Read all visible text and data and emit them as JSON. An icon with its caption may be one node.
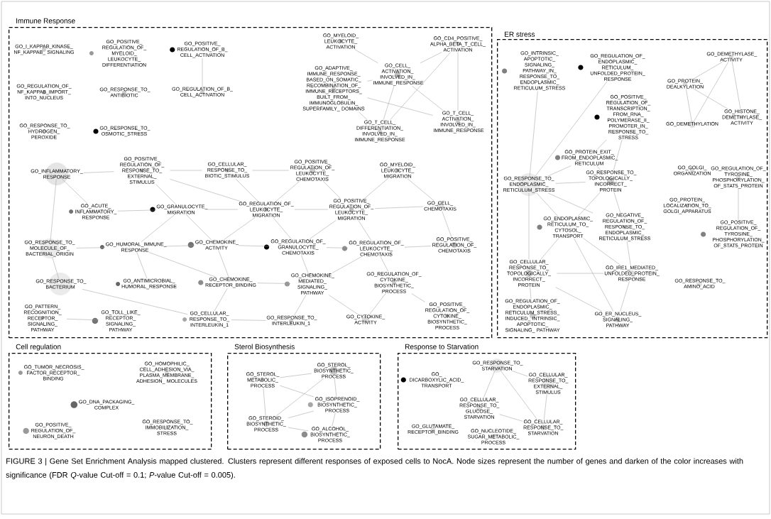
{
  "diagram": {
    "caption": "FIGURE 3 | Gene Set Enrichment Analysis mapped clustered. Clusters represent different responses of exposed cells to NocA. Node sizes represent the number of genes and darken of the color increases with significance (FDR *Q*-value Cut-off = 0.1; *P*-value Cut-off = 0.005).",
    "nodes": [
      {
        "text": [
          "Immune Response"
        ]
      },
      {
        "text": [
          "GO_MYELOID_ LEUKOCYTE_ ACTIVATION"
        ],
        "in": 0
      },
      {
        "text": [
          "GO_CD4_POSITIVE_ ALPHA_BETA_T_CELL_ ACTIVATION"
        ],
        "in": 0
      },
      {
        "text": [
          "GO_ADAPTIVE_ IMMUNE_RESPONSE_ BASED_ON_SOMATIC_ RECOMBINATION_OF_ IMMUNE_RECEPTORS_ BUILT_FROM_ IMMUNOGLOBULIN_ SUPERFAMILY_ DOMAINS"
        ],
        "in": 0
      },
      {
        "text": [
          "GO_CELL_ ACTIVATION_ INVOLVED_IN_ IMMUNE_RESPONSE"
        ],
        "in": 0
      },
      {
        "text": [
          "GO_T_CELL_ ACTIVATION_ INVOLVED_IN_ IMMUNE_RESPONSE"
        ],
        "in": 0
      },
      {
        "text": [
          "GO_T_CELL_ DIFFERENTIATION_ INVOLVED_IN_ IMMUNE_RESPONSE"
        ],
        "in": 0
      },
      {
        "text": [
          "GO_I_KAPPAB_KINASE_ NF_KAPPAB_ SIGNALING"
        ],
        "in": 0
      },
      {
        "text": [
          "GO_POSITIVE_ REGULATION_OF_ MYELOID_ LEUKOCYTE_ DIFFERENTIATION"
        ],
        "in": 0
      },
      {
        "text": [
          "GO_POSITIVE_ REGULATION_OF_B_ CELL_ACTIVATION"
        ],
        "in": 0
      },
      {
        "text": [
          "GO_REGULATION_OF_ NF_KAPPAB_IMPORT_ INTO_NUCLEUS"
        ],
        "in": 0
      },
      {
        "text": [
          "GO_RESPONSE_TO_ ANTIBIOTIC"
        ],
        "in": 0
      },
      {
        "text": [
          "GO_REGULATION_OF_B_ CELL_ACTIVATION"
        ],
        "in": 0
      },
      {
        "text": [
          "GO_RESPONSE_TO_ HYDROGEN_ PEROXIDE"
        ],
        "in": 0
      },
      {
        "text": [
          "GO_RESPONSE_TO_ OSMOTIC_STRESS"
        ],
        "in": 0
      },
      {
        "text": [
          "GO_POSITIVE_ REGULATION_OF_ RESPONSE_TO_ EXTERNAL_ STIMULUS"
        ],
        "in": 0
      },
      {
        "text": [
          "GO_CELLULAR_ RESPONSE_TO_ BIOTIC_STIMULUS"
        ],
        "in": 0
      },
      {
        "text": [
          "GO_POSITIVE_ REGULATION_OF_ LEUKOCYTE_ CHEMOTAXIS"
        ],
        "in": 0
      },
      {
        "text": [
          "GO_INFLAMMATORY_ RESPONSE"
        ],
        "in": 0
      },
      {
        "text": [
          "GO_REGULATION_OF_ LEUKOCYTE_ MIGRATION"
        ],
        "in": 0
      },
      {
        "text": [
          "GO_POSITIVE_ REGULATION_OF_ LEUKOCYTE_ MIGRATION"
        ],
        "in": 0
      },
      {
        "text": [
          "GO_GRANULOCYTE_ MIGRATION"
        ],
        "in": 0
      },
      {
        "text": [
          "GO_MYELOID_ LEUKOCYTE_ MIGRATION"
        ],
        "in": 0
      },
      {
        "text": [
          "GO_ACUTE_ INFLAMMATORY_ RESPONSE"
        ],
        "in": 0
      },
      {
        "text": [
          "GO_REGULATION_OF_ GRANULOCYTE_ CHEMOTAXIS"
        ],
        "in": 0
      },
      {
        "text": [
          "GO_CELL_ CHEMOTAXIS"
        ],
        "in": 0
      },
      {
        "text": [
          "GO_HUMORAL_IMMUNE_ RESPONSE"
        ],
        "in": 0
      },
      {
        "text": [
          "GO_CHEMOKINE_ ACTIVITY"
        ],
        "in": 0
      },
      {
        "text": [
          "GO_POSITIVE_ REGULATION_OF_ CHEMOTAXIS"
        ],
        "in": 0
      },
      {
        "text": [
          "GO_RESPONSE_TO_ MOLECULE_OF_ BACTERIAL_ORIGIN"
        ],
        "in": 0
      },
      {
        "text": [
          "GO_REGULATION_OF_ LEUKOCYTE_ CHEMOTAXIS"
        ],
        "in": 0
      },
      {
        "text": [
          "GO_RESPONSE_TO_ BACTERIUM"
        ],
        "in": 0
      },
      {
        "text": [
          "GO_CHEMOKINE_ RECEPTOR_BINDING"
        ],
        "in": 0
      },
      {
        "text": [
          "GO_REGULATION_OF_ CYTOKINE_ BIOSYNTHETIC_ PROCESS"
        ],
        "in": 0
      },
      {
        "text": [
          "GO_CHEMOKINE_ MEDIATED_ SIGNALING_ PATHWAY"
        ],
        "in": 0
      },
      {
        "text": [
          "GO_POSITIVE_ REGULATION_OF_ CYTOKINE_ BIOSYNTHETIC_ PROCESS"
        ],
        "in": 0
      },
      {
        "text": [
          "GO_ANTIMICROBIAL_ HUMORAL_RESPONSE"
        ],
        "in": 0
      },
      {
        "text": [
          "GO_CYTOKINE_ ACTIVITY"
        ],
        "in": 0
      },
      {
        "text": [
          "GO_CELLULAR_ RESPONSE_TO_ INTERLEUKIN_1"
        ],
        "in": 0
      },
      {
        "text": [
          "GO_RESPONSE_TO_ INTERLEUKIN_1"
        ],
        "in": 0
      },
      {
        "text": [
          "GO_PATTERN_ RECOGNITION_ RECEPTOR_ SIGNALING_ PATHWAY"
        ],
        "in": 0
      },
      {
        "text": [
          "GO_TOLL_LIKE_ RECEPTOR_ SIGNALING_ PATHWAY"
        ],
        "in": 0
      },
      {
        "text": [
          "ER stress"
        ]
      },
      {
        "text": [
          "GO_REGULATION_OF_ ENDOPLASMIC_ RETICULUM_ UNFOLDED_PROTEIN_ RESPONSE"
        ],
        "in": 42
      },
      {
        "text": [
          "GO_INTRINSIC_ APOPTOTIC_ SIGNALING_ PATHWAY_IN_ RESPONSE_TO_ ENDOPLASMIC_ RETICULUM_STRESS"
        ],
        "in": 42
      },
      {
        "text": [
          "GO_POSITIVE_ REGULATION_OF_ TRANSCRIPTION_ FROM_RNA_ POLYMERASE_II_ PROMOTER_IN_ RESPONSE_TO_ STRESS"
        ],
        "in": 42
      },
      {
        "text": [
          "GO_DEMETHYLASE_ ACTIVITY"
        ],
        "in": 42
      },
      {
        "text": [
          "GO_PROTEIN_ DEALKYLATION"
        ],
        "in": 42
      },
      {
        "text": [
          "GO_DEMETHYLATION"
        ],
        "in": 42
      },
      {
        "text": [
          "GO_HISTONE_ DEMETHYLASE_ ACTIVITY"
        ],
        "in": 42
      },
      {
        "text": [
          "GO_PROTEIN_EXIT_ FROM_ENDOPLASMIC_ RETICULUM"
        ],
        "in": 42
      },
      {
        "text": [
          "GO_GOLGI_ ORGANIZATION"
        ],
        "in": 42
      },
      {
        "text": [
          "GO_REGULATION_OF_ TYROSINE_ PHOSPHORYLATION_ OF_STAT5_PROTEIN"
        ],
        "in": 42
      },
      {
        "text": [
          "GO_RESPONSE_TO_ ENDOPLASMIC_ RETICULUM_STRESS"
        ],
        "in": 42
      },
      {
        "text": [
          "GO_RESPONSE_TO_ TOPOLOGICALLY_ INCORRECT_ PROTEIN"
        ],
        "in": 42
      },
      {
        "text": [
          "GO_NEGATIVE_ REGULATION_OF_ RESPONSE_TO_ ENDOPLASMIC_ RETICULUM_STRESS"
        ],
        "in": 42
      },
      {
        "text": [
          "GO_PROTEIN_ LOCALIZATION_TO_ GOLGI_APPARATUS"
        ],
        "in": 42
      },
      {
        "text": [
          "GO_POSITIVE_ REGULATION_OF_ TYROSINE_ PHOSPHORYLATION_ OF_STAT5_PROTEIN"
        ],
        "in": 42
      },
      {
        "text": [
          "GO_ENDOPLASMIC_ RETICULUM_TO_ CYTOSOL_ TRANSPORT"
        ],
        "in": 42
      },
      {
        "text": [
          "GO_IRE1_MEDIATED_ UNFOLDED_PROTEIN_ RESPONSE"
        ],
        "in": 42
      },
      {
        "text": [
          "GO_CELLULAR_ RESPONSE_TO_ TOPOLOGICALLY_ INCORRECT_ PROTEIN"
        ],
        "in": 42
      },
      {
        "text": [
          "GO_ER_NUCLEUS_ SIGNALING_ PATHWAY"
        ],
        "in": 42
      },
      {
        "text": [
          "GO_RESPONSE_TO_ AMINO_ACID"
        ],
        "in": 42
      },
      {
        "text": [
          "GO_REGULATION_OF_ ENDOPLASMIC_ RETICULUM_STRESS_ INDUCED_ INTRINSIC_ APOPTOTIC_ SIGNALING_ PATHWAY"
        ],
        "in": 42
      },
      {
        "text": [
          "Cell regulation"
        ]
      },
      {
        "text": [
          "GO_HOMOPHILIC_ CELL_ADHESION_VIA_ PLASMA_MEMBRANE_ ADHESION_ MOLECULES"
        ],
        "in": 64
      },
      {
        "text": [
          "GO_TUMOR_NECROSIS_ FACTOR_RECEPTOR_ BINDING"
        ],
        "in": 64
      },
      {
        "text": [
          "GO_DNA_PACKAGING_ COMPLEX"
        ],
        "in": 64
      },
      {
        "text": [
          "GO_POSITIVE_ REGULATION_OF_ NEURON_DEATH"
        ],
        "in": 64
      },
      {
        "text": [
          "GO_RESPONSE_TO_ IMMOBILIZATION_ STRESS"
        ],
        "in": 64
      },
      {
        "text": [
          "Sterol Biosynthesis"
        ]
      },
      {
        "text": [
          "GO_STEROL_ BIOSYNTHETIC_ PROCESS"
        ],
        "in": 70
      },
      {
        "text": [
          "GO_STEROL_ METABOLIC_ PROCESS"
        ],
        "in": 70
      },
      {
        "text": [
          "GO_ISOPRENOID_ BIOSYNTHETIC_ PROCESS"
        ],
        "in": 70
      },
      {
        "text": [
          "GO_STEROID_ BIOSYNTHETIC_ PROCESS"
        ],
        "in": 70
      },
      {
        "text": [
          "GO_ALCOHOL_ BIOSYNTHETIC_ PROCESS"
        ],
        "in": 70
      },
      {
        "text": [
          "Response to Starvation"
        ]
      },
      {
        "text": [
          "GO_RESPONSE_TO_ STARVATION"
        ],
        "in": 76
      },
      {
        "text": [
          "GO_ DICARBOXYLIC_ACID_ TRANSPORT"
        ],
        "in": 76
      },
      {
        "text": [
          "GO_CELLULAR_ RESPONSE_TO_ EXTERNAL_ STIMULUS"
        ],
        "in": 76
      },
      {
        "text": [
          "GO_CELLULAR_ RESPONSE_TO_ GLUCOSE_ STARVATION"
        ],
        "in": 76
      },
      {
        "text": [
          "GO_GLUTAMATE_ RECEPTOR_BINDING"
        ],
        "in": 76
      },
      {
        "text": [
          "GO_CELLULAR_ RESPONSE_TO_ STARVATION"
        ],
        "in": 76
      },
      {
        "text": [
          "GO_NUCLEOTIDE_ SUGAR_METABOLIC_ PROCESS"
        ],
        "in": 76
      }
    ],
    "edges": [
      {
        "from": 1,
        "to": 4,
        "arrow": "none"
      },
      {
        "from": 4,
        "to": 2,
        "arrow": "none"
      },
      {
        "from": 3,
        "to": 4,
        "arrow": "none"
      },
      {
        "from": 3,
        "to": 5,
        "arrow": "none"
      },
      {
        "from": 3,
        "to": 6,
        "arrow": "none"
      },
      {
        "from": 4,
        "to": 6,
        "arrow": "none"
      },
      {
        "from": 4,
        "to": 5,
        "arrow": "none"
      },
      {
        "from": 2,
        "to": 6,
        "arrow": "none"
      },
      {
        "from": 2,
        "to": 5,
        "arrow": "none"
      },
      {
        "from": 9,
        "to": 12,
        "arrow": "none"
      },
      {
        "from": 40,
        "to": 41,
        "arrow": "none"
      },
      {
        "from": 31,
        "to": 29,
        "arrow": "none"
      },
      {
        "from": 29,
        "to": 18,
        "arrow": "none"
      },
      {
        "from": 29,
        "to": 26,
        "arrow": "none"
      },
      {
        "from": 36,
        "to": 26,
        "arrow": "none"
      },
      {
        "from": 31,
        "to": 38,
        "arrow": "none"
      },
      {
        "from": 18,
        "to": 23,
        "arrow": "none"
      },
      {
        "from": 18,
        "to": 15,
        "arrow": "none"
      },
      {
        "from": 23,
        "to": 21,
        "arrow": "none"
      },
      {
        "from": 15,
        "to": 21,
        "arrow": "none"
      },
      {
        "from": 15,
        "to": 16,
        "arrow": "none"
      },
      {
        "from": 15,
        "to": 19,
        "arrow": "none"
      },
      {
        "from": 16,
        "to": 19,
        "arrow": "none"
      },
      {
        "from": 16,
        "to": 17,
        "arrow": "none"
      },
      {
        "from": 17,
        "to": 20,
        "arrow": "none"
      },
      {
        "from": 17,
        "to": 19,
        "arrow": "none"
      },
      {
        "from": 19,
        "to": 21,
        "arrow": "none"
      },
      {
        "from": 19,
        "to": 20,
        "arrow": "none"
      },
      {
        "from": 20,
        "to": 22,
        "arrow": "none"
      },
      {
        "from": 22,
        "to": 25,
        "arrow": "none"
      },
      {
        "from": 20,
        "to": 25,
        "arrow": "none"
      },
      {
        "from": 21,
        "to": 27,
        "arrow": "none"
      },
      {
        "from": 21,
        "to": 26,
        "arrow": "none"
      },
      {
        "from": 19,
        "to": 24,
        "arrow": "none"
      },
      {
        "from": 19,
        "to": 27,
        "arrow": "none"
      },
      {
        "from": 20,
        "to": 24,
        "arrow": "none"
      },
      {
        "from": 20,
        "to": 30,
        "arrow": "none"
      },
      {
        "from": 24,
        "to": 27,
        "arrow": "none"
      },
      {
        "from": 24,
        "to": 30,
        "arrow": "none"
      },
      {
        "from": 30,
        "to": 28,
        "arrow": "none"
      },
      {
        "from": 25,
        "to": 28,
        "arrow": "none"
      },
      {
        "from": 27,
        "to": 32,
        "arrow": "none"
      },
      {
        "from": 27,
        "to": 26,
        "arrow": "none"
      },
      {
        "from": 24,
        "to": 34,
        "arrow": "none"
      },
      {
        "from": 30,
        "to": 34,
        "arrow": "none"
      },
      {
        "from": 30,
        "to": 33,
        "arrow": "none"
      },
      {
        "from": 32,
        "to": 34,
        "arrow": "none"
      },
      {
        "from": 33,
        "to": 35,
        "arrow": "none"
      },
      {
        "from": 34,
        "to": 37,
        "arrow": "none"
      },
      {
        "from": 34,
        "to": 39,
        "arrow": "none"
      },
      {
        "from": 32,
        "to": 38,
        "arrow": "none"
      },
      {
        "from": 38,
        "to": 39,
        "arrow": "none"
      },
      {
        "from": 26,
        "to": 32,
        "arrow": "none"
      },
      {
        "from": 33,
        "to": 37,
        "arrow": "none"
      },
      {
        "from": 46,
        "to": 47,
        "arrow": "none"
      },
      {
        "from": 46,
        "to": 48,
        "arrow": "none"
      },
      {
        "from": 46,
        "to": 49,
        "arrow": "none"
      },
      {
        "from": 47,
        "to": 49,
        "arrow": "none"
      },
      {
        "from": 47,
        "to": 48,
        "arrow": "none"
      },
      {
        "from": 52,
        "to": 57,
        "arrow": "none"
      },
      {
        "from": 53,
        "to": 44,
        "arrow": "none"
      },
      {
        "from": 53,
        "to": 43,
        "arrow": "none"
      },
      {
        "from": 53,
        "to": 50,
        "arrow": "none"
      },
      {
        "from": 53,
        "to": 54,
        "arrow": "none"
      },
      {
        "from": 53,
        "to": 55,
        "arrow": "none"
      },
      {
        "from": 53,
        "to": 58,
        "arrow": "none"
      },
      {
        "from": 53,
        "to": 60,
        "arrow": "none"
      },
      {
        "from": 45,
        "to": 50,
        "arrow": "none"
      },
      {
        "from": 45,
        "to": 54,
        "arrow": "none"
      },
      {
        "from": 54,
        "to": 58,
        "arrow": "none"
      },
      {
        "from": 54,
        "to": 55,
        "arrow": "none"
      },
      {
        "from": 58,
        "to": 60,
        "arrow": "none"
      },
      {
        "from": 58,
        "to": 59,
        "arrow": "none"
      },
      {
        "from": 58,
        "to": 61,
        "arrow": "none"
      },
      {
        "from": 60,
        "to": 59,
        "arrow": "none"
      },
      {
        "from": 60,
        "to": 61,
        "arrow": "none"
      },
      {
        "from": 60,
        "to": 63,
        "arrow": "none"
      },
      {
        "from": 55,
        "to": 59,
        "arrow": "none"
      },
      {
        "from": 59,
        "to": 61,
        "arrow": "none"
      },
      {
        "from": 50,
        "to": 54,
        "arrow": "none"
      },
      {
        "from": 71,
        "to": 72,
        "arrow": "none"
      },
      {
        "from": 71,
        "to": 73,
        "arrow": "none"
      },
      {
        "from": 71,
        "to": 74,
        "arrow": "none"
      },
      {
        "from": 72,
        "to": 74,
        "arrow": "none"
      },
      {
        "from": 72,
        "to": 73,
        "arrow": "none"
      },
      {
        "from": 73,
        "to": 75,
        "arrow": "none"
      },
      {
        "from": 74,
        "to": 75,
        "arrow": "none"
      },
      {
        "from": 73,
        "to": 74,
        "arrow": "none"
      },
      {
        "from": 77,
        "to": 79,
        "arrow": "none"
      },
      {
        "from": 77,
        "to": 80,
        "arrow": "none"
      },
      {
        "from": 77,
        "to": 82,
        "arrow": "none"
      },
      {
        "from": 79,
        "to": 82,
        "arrow": "none"
      },
      {
        "from": 80,
        "to": 82,
        "arrow": "none"
      }
    ]
  }
}
